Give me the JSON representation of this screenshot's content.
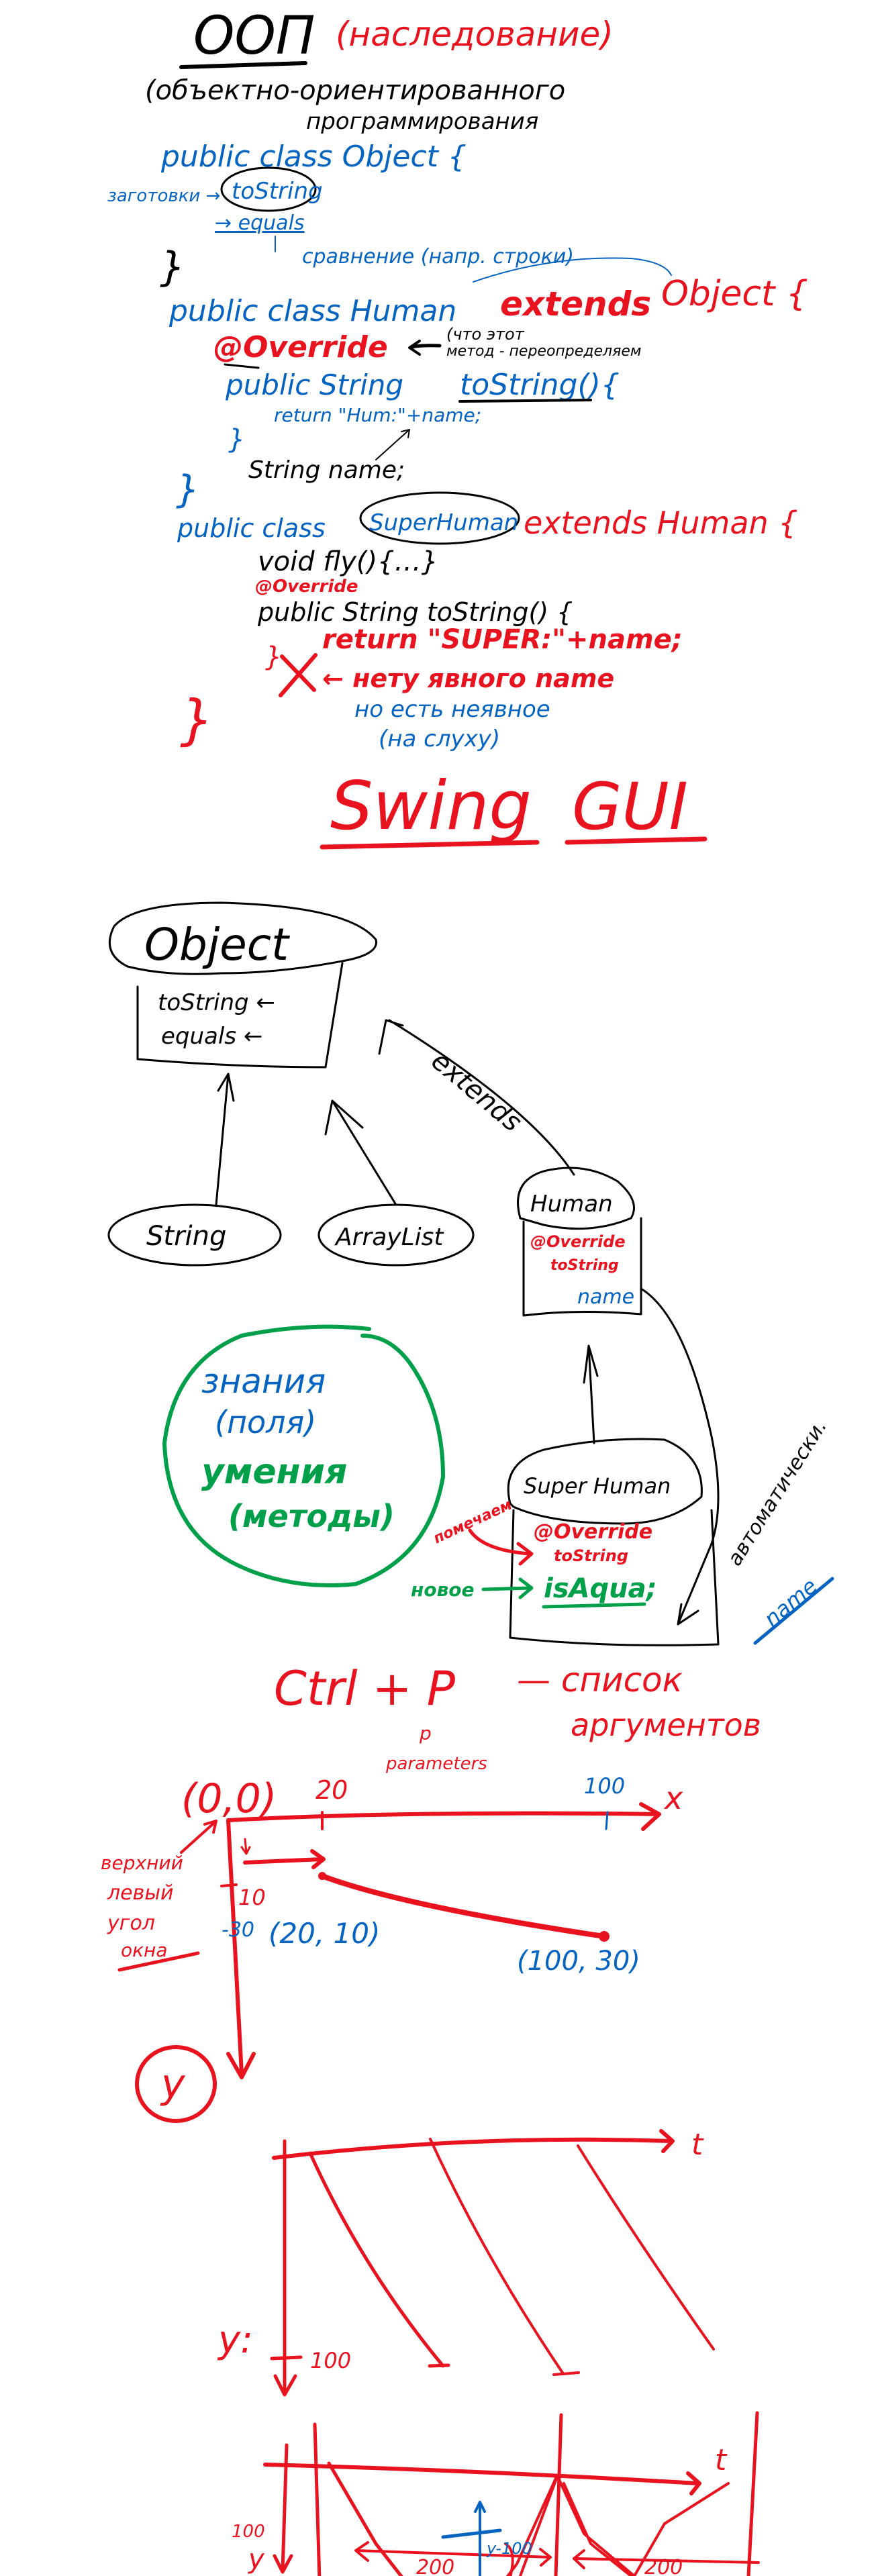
{
  "colors": {
    "ink_black": "#000000",
    "ink_red": "#e8131f",
    "ink_blue": "#0563c1",
    "ink_green": "#00a04a",
    "background": "#ffffff"
  },
  "oop": {
    "title": "ООП",
    "subtitle": "(наследование)",
    "expansion_1": "(объектно-ориентированного",
    "expansion_2": "программирования",
    "object_decl": "public class Object {",
    "blanks_label": "заготовки →",
    "tostring": "toString",
    "equals": "→ equals",
    "equals_note": "сравнение (напр. строки)",
    "close_brace": "}",
    "human_decl": "public class Human",
    "extends_kw": "extends",
    "extends_target": "Object {",
    "override": "@Override",
    "override_note_1": "(что этот",
    "override_note_2": "метод - переопределяем",
    "human_method": "public String",
    "human_method_name": "toString(){",
    "human_return": "return \"Hum:\"+name;",
    "human_method_close": "}",
    "human_field": "String name;",
    "human_close": "}",
    "super_decl": "public class",
    "super_name": "SuperHuman",
    "super_extends": "extends Human {",
    "fly": "void fly(){…}",
    "super_override": "@Override",
    "super_method": "public String toString() {",
    "super_return": "return \"SUPER:\"+name;",
    "super_method_close": "}",
    "no_explicit": "← нету явного name",
    "implicit": "но есть неявное",
    "implicit_2": "(на слуху)",
    "super_close": "}"
  },
  "swing": {
    "word1": "Swing",
    "word2": "GUI"
  },
  "hierarchy": {
    "object": "Object",
    "object_methods": [
      "toString ←",
      "equals ←"
    ],
    "string": "String",
    "arraylist": "ArrayList",
    "extends_label": "extends",
    "human": "Human",
    "human_override": "@Override",
    "human_tostring": "toString",
    "human_field": "name",
    "knowledge": "знания",
    "knowledge_sub": "(поля)",
    "skills": "умения",
    "skills_sub": "(методы)",
    "super_human": "Super Human",
    "mark_label": "помечаем",
    "super_override": "@Override",
    "super_tostring": "toString",
    "new_label": "новое",
    "is_aqua": "isAqua;",
    "auto_label": "автоматически.",
    "auto_field": "name"
  },
  "shortcut": {
    "keys": "Ctrl + P",
    "dash": "— список",
    "desc_2": "аргументов",
    "p_hint": "p",
    "parameters": "parameters"
  },
  "coords": {
    "origin": "(0,0)",
    "tick_20": "20",
    "tick_100": "100",
    "x_label": "x",
    "tick_10": "10",
    "tick_30": "-30",
    "point_a": "(20, 10)",
    "point_b": "(100, 30)",
    "corner_note": [
      "верхний",
      "левый",
      "угол",
      "окна"
    ],
    "y_circled": "y"
  },
  "motion": {
    "t_label": "t",
    "y_label": "y:",
    "y_100": "100",
    "t_label_2": "t",
    "y_100_2": "100",
    "y_axis_2": "y",
    "span_1": "200",
    "span_2": "200",
    "offset": "y-100"
  }
}
